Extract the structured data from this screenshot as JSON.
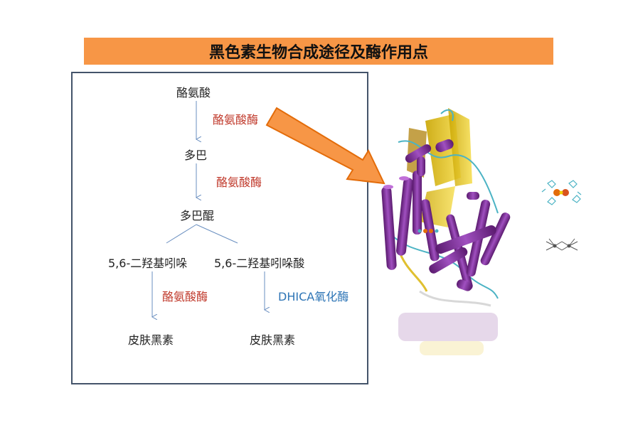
{
  "title": "黑色素生物合成途径及酶作用点",
  "pathway": {
    "tyrosine": "酪氨酸",
    "enzyme1": "酪氨酸酶",
    "dopa": "多巴",
    "enzyme2": "酪氨酸酶",
    "dopaquinone": "多巴醌",
    "dhi": "5,6-二羟基吲哚",
    "dhica": "5,6-二羟基吲哚酸",
    "enzyme3": "酪氨酸酶",
    "enzyme4": "DHICA氧化酶",
    "melanin_left": "皮肤黑素",
    "melanin_right": "皮肤黑素"
  },
  "colors": {
    "title_bg": "#f79646",
    "enzyme_red": "#c0392b",
    "enzyme_blue": "#2e75b6",
    "arrow_orange": "#f79646",
    "helix_purple": "#7b2d8e",
    "sheet_yellow": "#e8c21a"
  }
}
